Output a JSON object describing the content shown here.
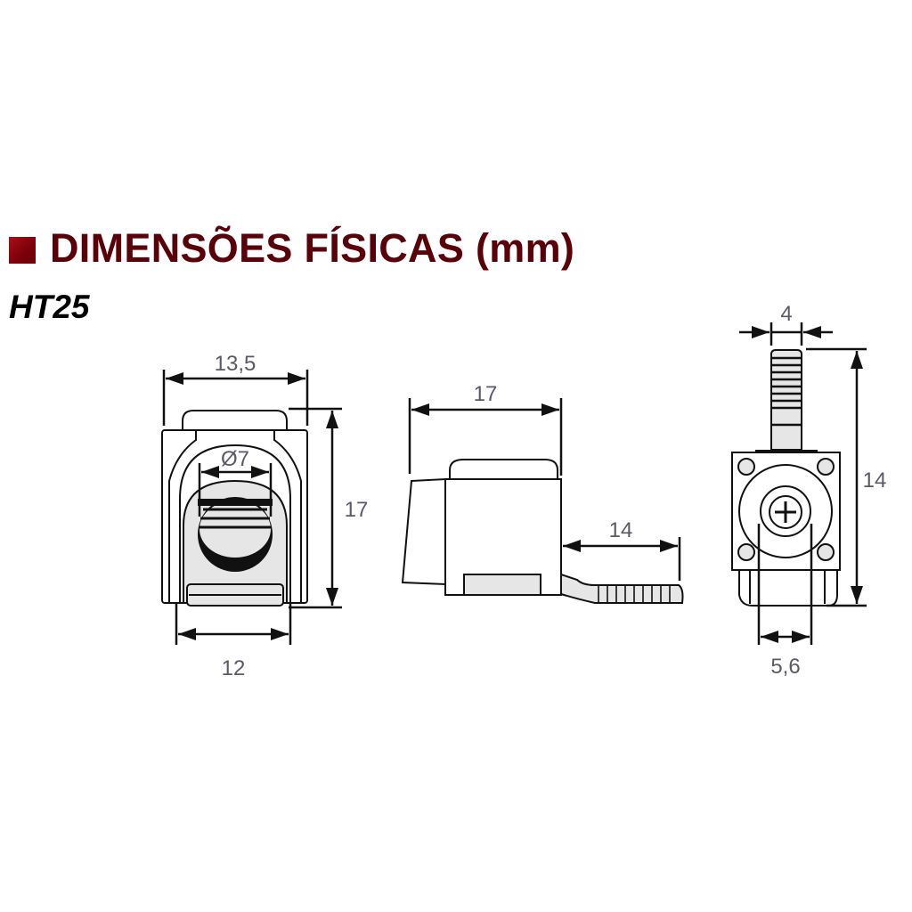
{
  "header": {
    "bullet_color": "#8a0010",
    "title": "DIMENSÕES FÍSICAS (mm)",
    "title_color": "#5a0008",
    "model": "HT25"
  },
  "views": {
    "front": {
      "width_top": "13,5",
      "height": "17",
      "hole_diameter": "Ø7",
      "width_bottom": "12"
    },
    "side": {
      "length": "17",
      "tab_length": "14"
    },
    "end": {
      "pin_width": "4",
      "height": "14",
      "slot_width": "5,6"
    }
  },
  "colors": {
    "line": "#111111",
    "fill_light": "#e6e6e6",
    "dimension_text": "#5a5a66"
  }
}
